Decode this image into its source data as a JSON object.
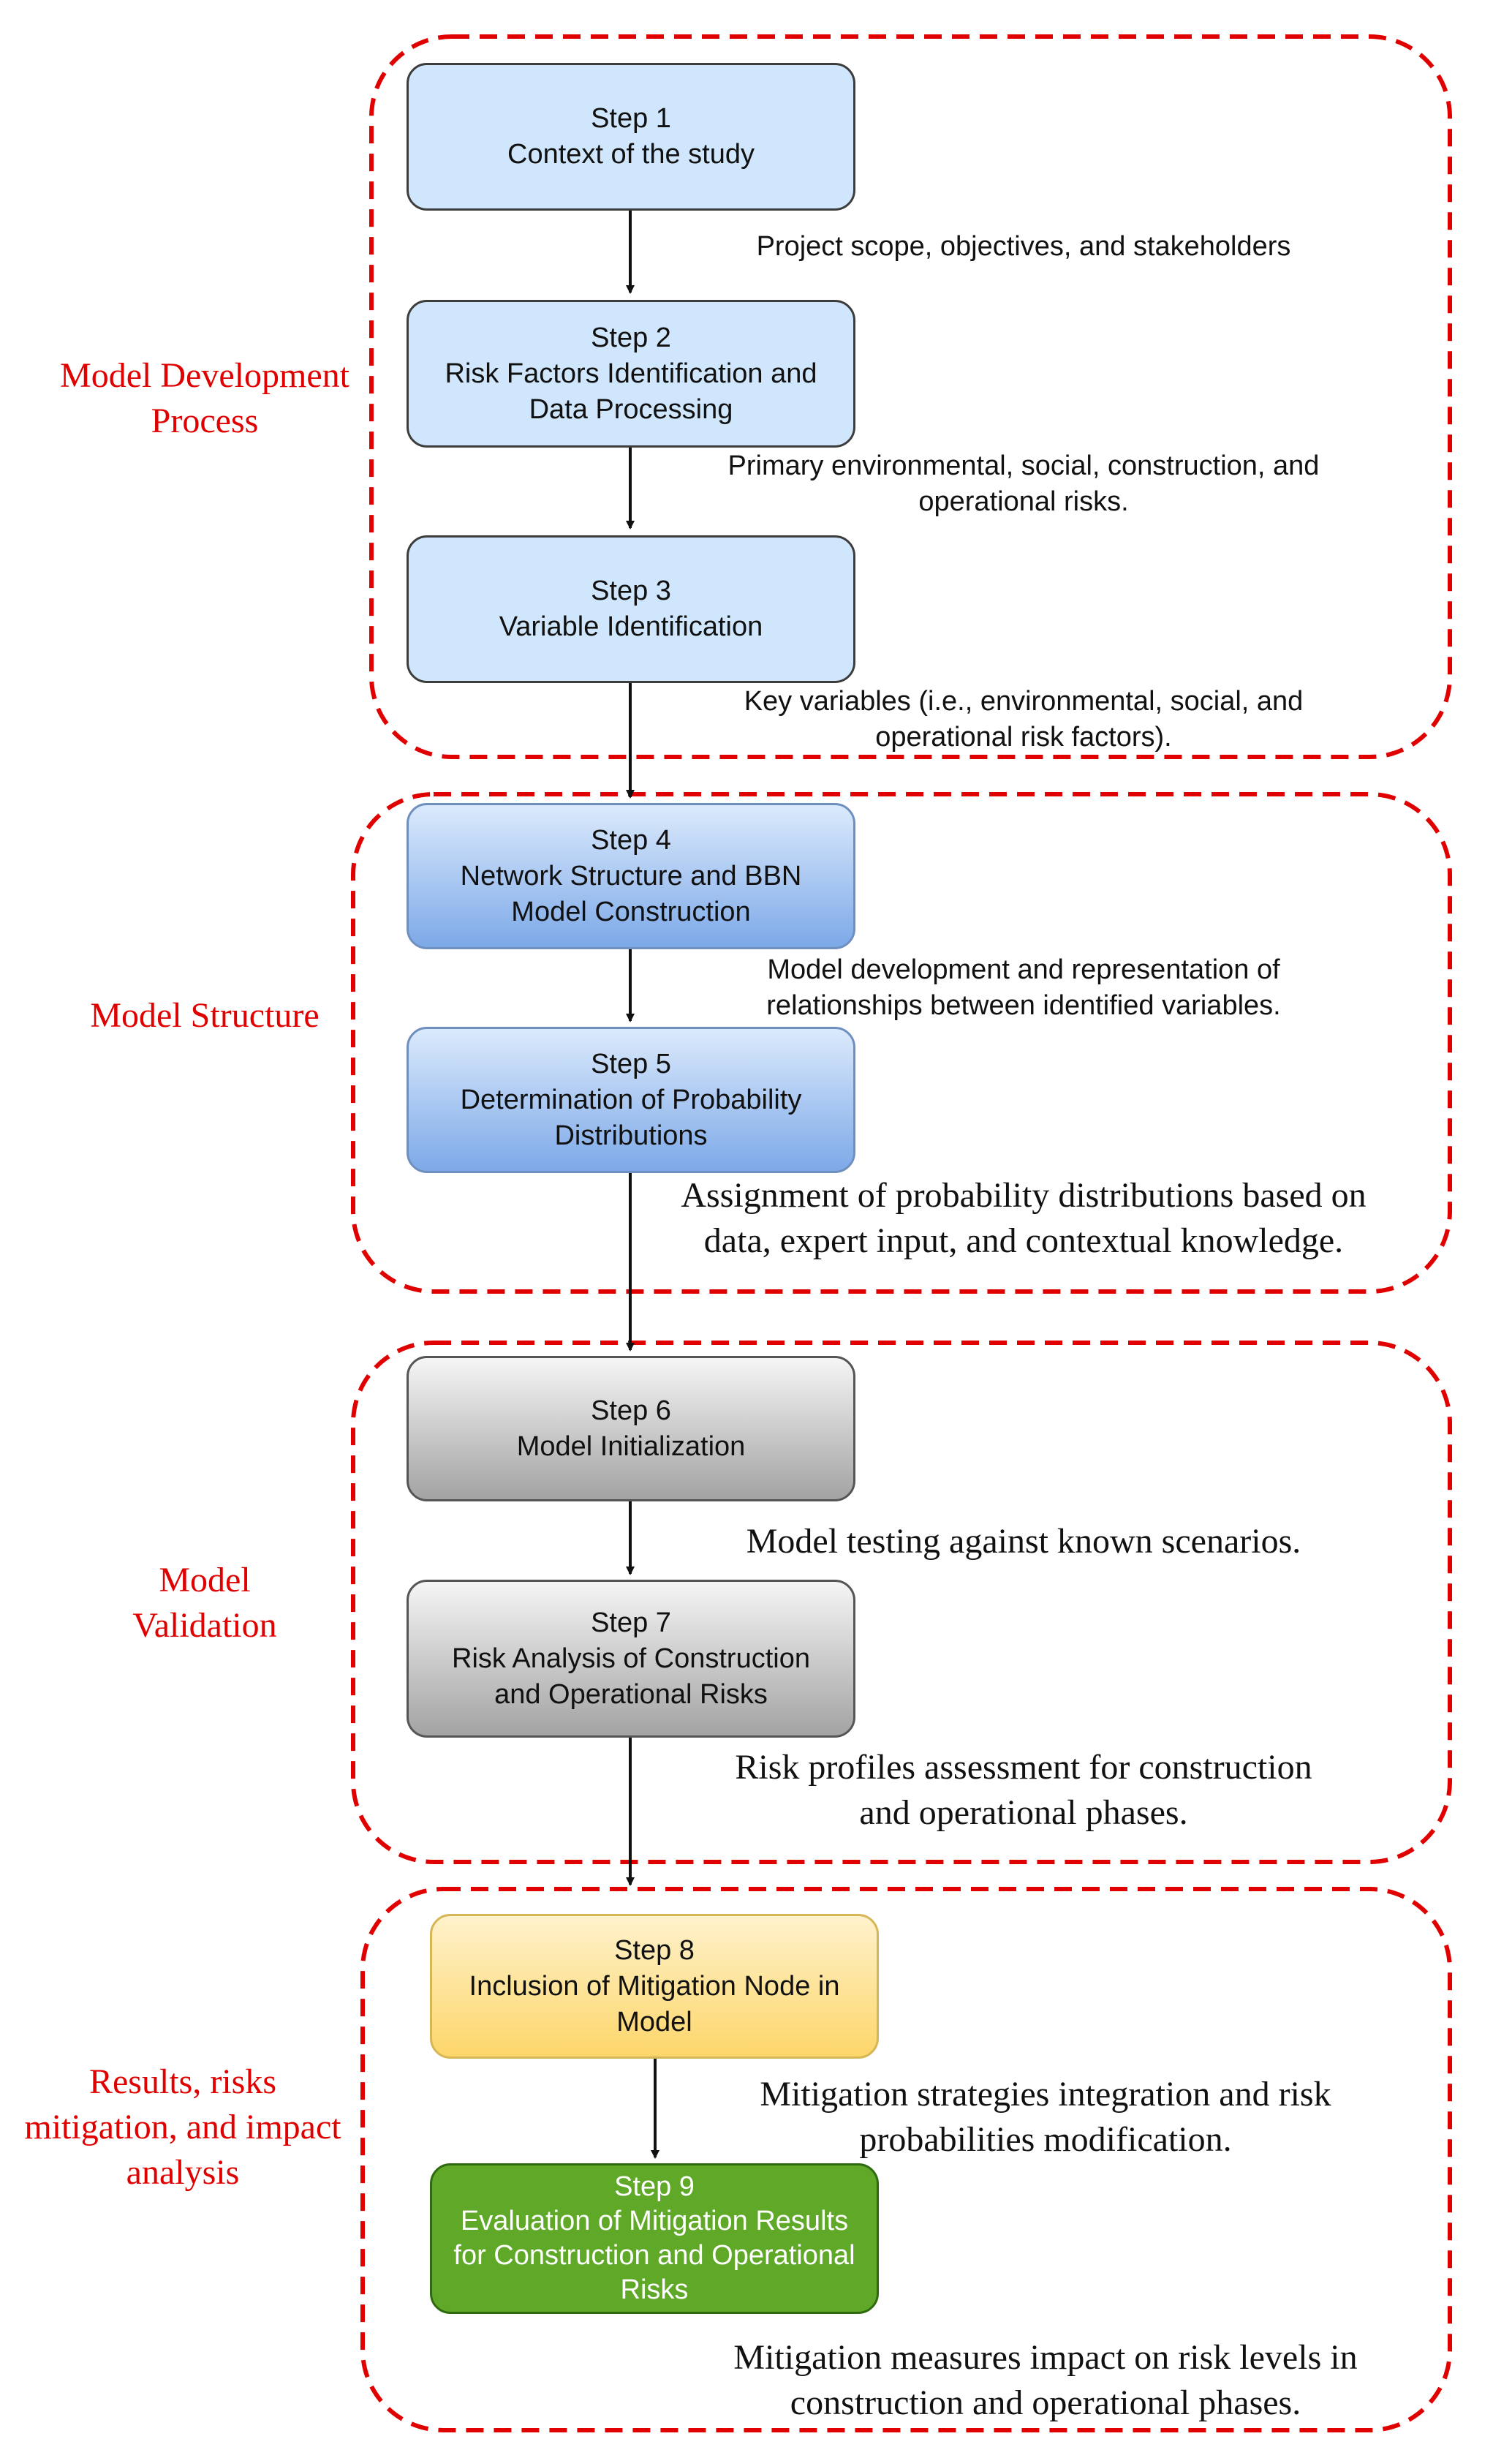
{
  "groups": [
    {
      "label_lines": [
        "Model Development",
        "Process"
      ]
    },
    {
      "label_lines": [
        "Model Structure"
      ]
    },
    {
      "label_lines": [
        "Model",
        "Validation"
      ]
    },
    {
      "label_lines": [
        "Results, risks",
        "mitigation, and impact",
        "analysis"
      ]
    }
  ],
  "steps": [
    {
      "lines": [
        "Step 1",
        "Context of the study"
      ]
    },
    {
      "lines": [
        "Step 2",
        "Risk Factors Identification and",
        "Data Processing"
      ]
    },
    {
      "lines": [
        "Step 3",
        "Variable Identification"
      ]
    },
    {
      "lines": [
        "Step 4",
        "Network Structure and BBN",
        "Model Construction"
      ]
    },
    {
      "lines": [
        "Step 5",
        "Determination of Probability",
        "Distributions"
      ]
    },
    {
      "lines": [
        "Step 6",
        "Model Initialization"
      ]
    },
    {
      "lines": [
        "Step 7",
        "Risk Analysis of Construction",
        "and Operational Risks"
      ]
    },
    {
      "lines": [
        "Step 8",
        "Inclusion of Mitigation Node in",
        "Model"
      ]
    },
    {
      "lines": [
        "Step 9",
        "Evaluation of Mitigation Results",
        "for Construction and Operational",
        "Risks"
      ]
    }
  ],
  "notes": [
    {
      "lines": [
        "Project scope, objectives, and stakeholders"
      ]
    },
    {
      "lines": [
        "Primary environmental, social, construction, and",
        "operational risks."
      ]
    },
    {
      "lines": [
        "Key variables (i.e., environmental, social, and",
        "operational risk factors)."
      ]
    },
    {
      "lines": [
        "Model development and representation of",
        "relationships between identified variables."
      ]
    },
    {
      "lines": [
        "Assignment of probability distributions based on",
        "data, expert input, and contextual knowledge."
      ]
    },
    {
      "lines": [
        "Model testing against known scenarios."
      ]
    },
    {
      "lines": [
        "Risk profiles assessment for construction",
        "and operational phases."
      ]
    },
    {
      "lines": [
        "Mitigation strategies integration and risk",
        "probabilities modification."
      ]
    },
    {
      "lines": [
        "Mitigation measures impact on risk levels in",
        "construction and operational phases."
      ]
    }
  ],
  "colors": {
    "group_border": "#e00000",
    "arrow": "#111111",
    "step_text_light": "#ffffff"
  }
}
